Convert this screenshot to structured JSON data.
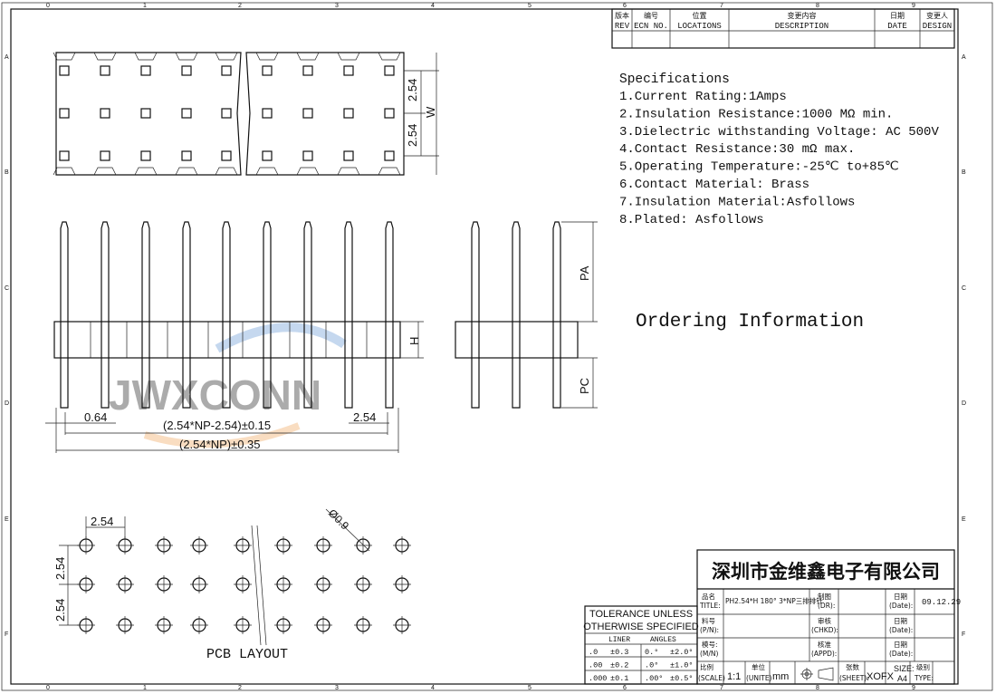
{
  "zones": {
    "columns": [
      "0",
      "1",
      "2",
      "3",
      "4",
      "5",
      "6",
      "7",
      "8",
      "9"
    ],
    "rows": [
      "A",
      "B",
      "C",
      "D",
      "E",
      "F"
    ]
  },
  "revision_table": {
    "headers": [
      {
        "cn": "版本",
        "en": "REV"
      },
      {
        "cn": "编号",
        "en": "ECN NO."
      },
      {
        "cn": "位置",
        "en": "LOCATIONS"
      },
      {
        "cn": "变更内容",
        "en": "DESCRIPTION"
      },
      {
        "cn": "日期",
        "en": "DATE"
      },
      {
        "cn": "变更人",
        "en": "DESIGN"
      }
    ]
  },
  "specifications": {
    "title": "Specifications",
    "items": [
      "1.Current Rating:1Amps",
      "2.Insulation Resistance:1000 MΩ min.",
      "3.Dielectric withstanding Voltage: AC 500V",
      "4.Contact Resistance:30 mΩ max.",
      "5.Operating Temperature:-25℃ to+85℃",
      "6.Contact Material:  Brass",
      "7.Insulation Material:Asfollows",
      "8.Plated: Asfollows"
    ]
  },
  "ordering_title": "Ordering Information",
  "dimensions": {
    "pitch_v1": "2.54",
    "pitch_v2": "2.54",
    "width": "W",
    "pa": "PA",
    "h": "H",
    "pc": "PC",
    "pin_width": "0.64",
    "pitch_right": "2.54",
    "inner_len": "(2.54*NP-2.54)±0.15",
    "overall_len": "(2.54*NP)±0.35",
    "pcb_pitch_h": "2.54",
    "pcb_pitch_v1": "2.54",
    "pcb_pitch_v2": "2.54",
    "hole_dia": "Ø0.9"
  },
  "pcb_layout_label": "PCB LAYOUT",
  "watermark": "JWXCONN",
  "tolerance": {
    "title1": "TOLERANCE UNLESS",
    "title2": "OTHERWISE SPECIFIED",
    "col1": "LINER",
    "col2": "ANGLES",
    "rows": [
      [
        ".0",
        "±0.3",
        "0.°",
        "±2.0°"
      ],
      [
        ".00",
        "±0.2",
        ".0°",
        "±1.0°"
      ],
      [
        ".000",
        "±0.1",
        ".00°",
        "±0.5°"
      ]
    ]
  },
  "title_block": {
    "company": "深圳市金维鑫电子有限公司",
    "title_label_cn": "品名",
    "title_label_en": "TITLE:",
    "title_value": "PH2.54*H 180° 3*NP三排排针",
    "pn_label_cn": "料号",
    "pn_label_en": "(P/N):",
    "mn_label_cn": "模号:",
    "mn_label_en": "(M/N)",
    "dr_cn": "制图",
    "dr_en": "(DR):",
    "chkd_cn": "审核",
    "chkd_en": "(CHKD):",
    "appd_cn": "核准",
    "appd_en": "(APPD):",
    "date_cn": "日期",
    "date_en": "(Date):",
    "date_value": "09.12.29",
    "scale_cn": "比例",
    "scale_en": "(SCALE)",
    "scale_value": "1:1",
    "unit_cn": "单位",
    "unit_en": "(UNITE)",
    "unit_value": "mm",
    "sheet_cn": "张数",
    "sheet_en": "(SHEET):",
    "sheet_value": "XOFX",
    "size_label": "SIZE:",
    "size_value": "A4",
    "type_cn": "级别",
    "type_en": "TYPE:"
  }
}
